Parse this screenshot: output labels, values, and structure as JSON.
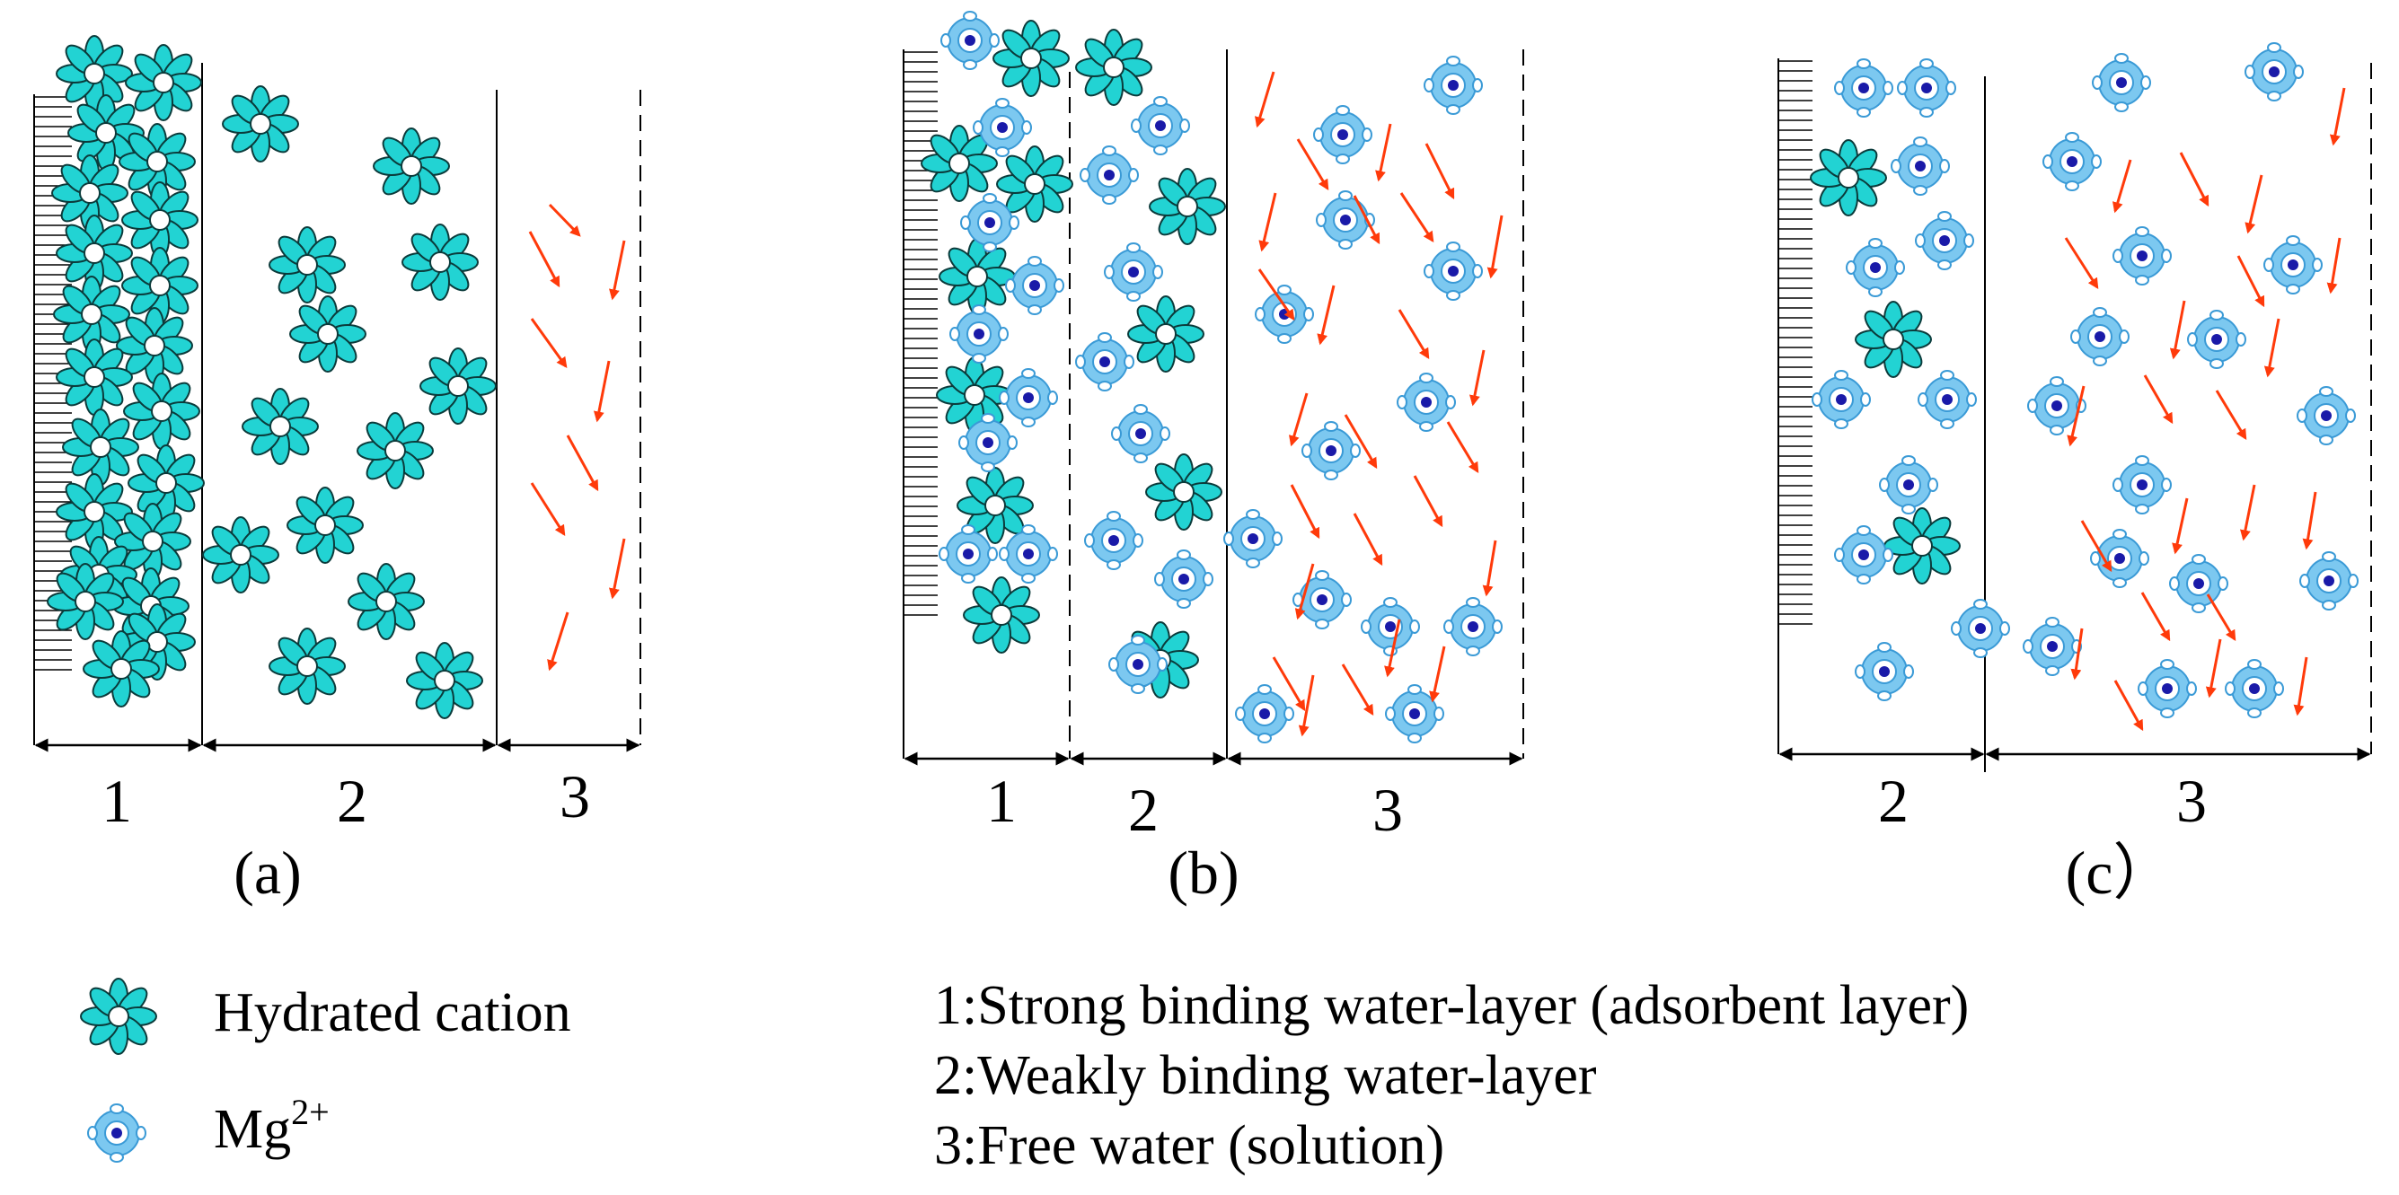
{
  "panels": [
    {
      "caption": "(a)",
      "zone_labels": [
        "1",
        "2",
        "3"
      ]
    },
    {
      "caption": "(b)",
      "zone_labels": [
        "1",
        "2",
        "3"
      ]
    },
    {
      "caption": "(c）",
      "zone_labels": [
        "2",
        "3"
      ]
    }
  ],
  "legend": {
    "hydrated_cation": "Hydrated cation",
    "mg_ion_base": "Mg",
    "mg_ion_superscript": "2+"
  },
  "layer_definitions": [
    "1:Strong binding water-layer (adsorbent layer)",
    "2:Weakly binding water-layer",
    "3:Free water (solution)"
  ],
  "colors": {
    "cation_fill": "#22d3d3",
    "cation_stroke": "#0b3b3b",
    "mg_fill": "#7cc8f0",
    "mg_stroke": "#3a9ad6",
    "mg_center": "#1a1aa8",
    "arrow": "#ff3a0a",
    "line": "#000000"
  },
  "icons": [
    "flower-cation-icon",
    "mg-ion-icon",
    "flow-arrow-icon"
  ]
}
